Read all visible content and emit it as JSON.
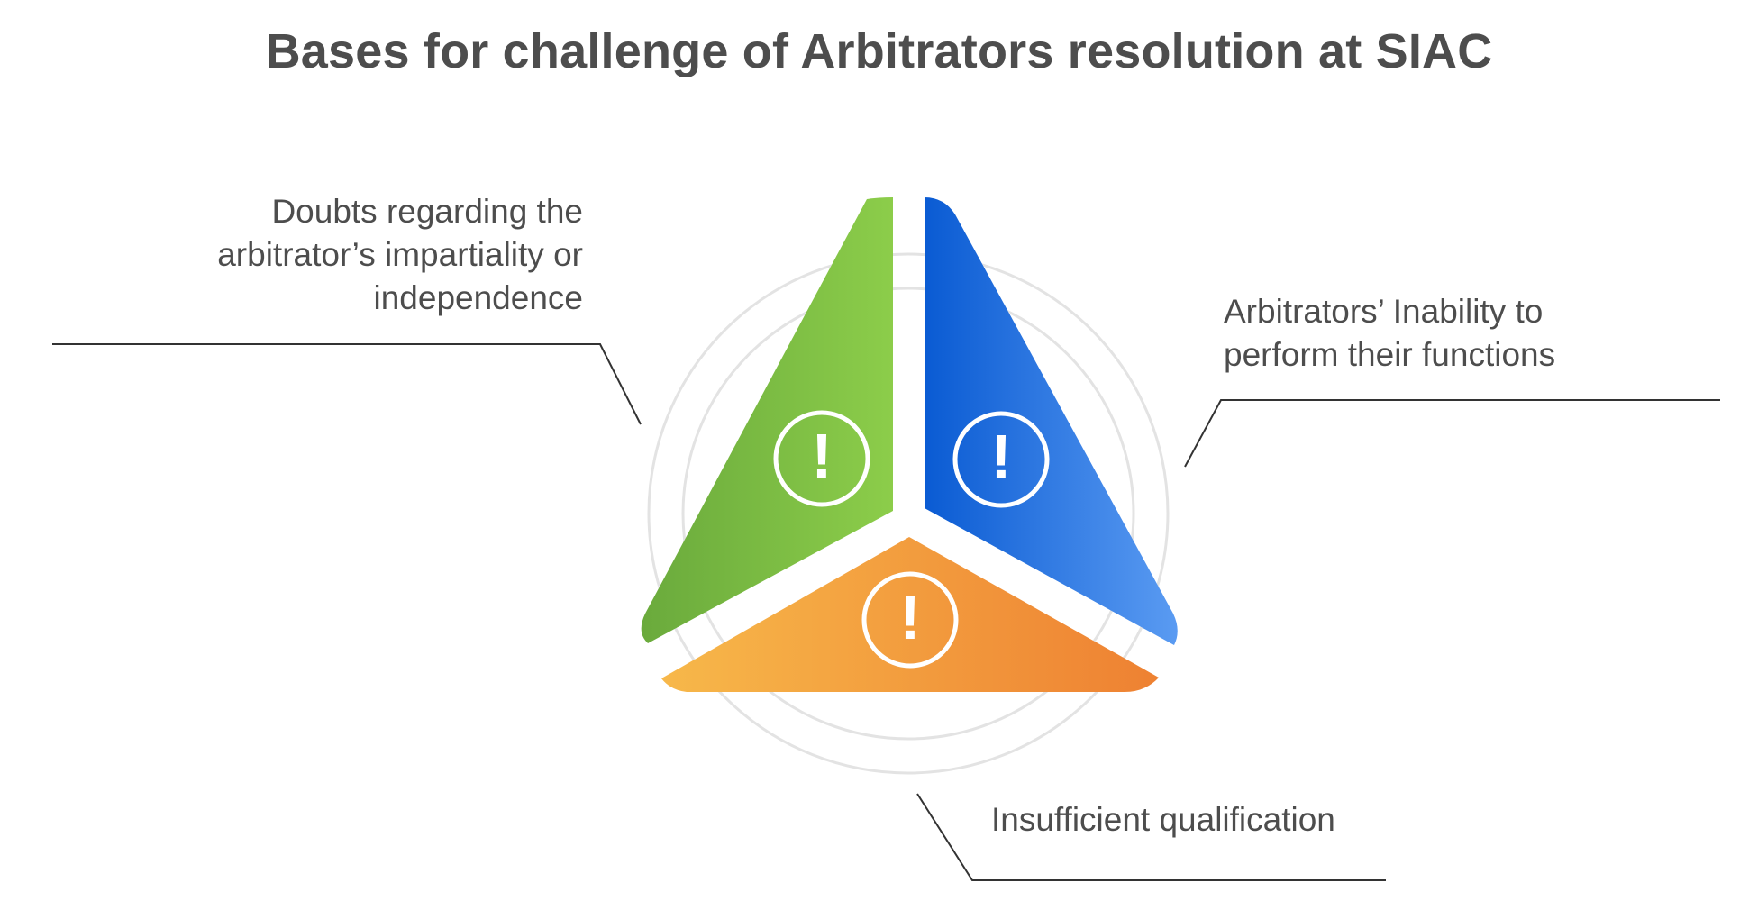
{
  "title": "Bases for challenge of Arbitrators resolution at SIAC",
  "segments": [
    {
      "id": "impartiality",
      "label_lines": [
        "Doubts regarding the",
        "arbitrator’s impartiality or",
        "independence"
      ],
      "icon": "exclamation-circle-icon",
      "colors": {
        "start": "#6aaa3c",
        "end": "#8ccd4a"
      }
    },
    {
      "id": "inability",
      "label_lines": [
        "Arbitrators’ Inability to",
        "perform their functions"
      ],
      "icon": "exclamation-circle-icon",
      "colors": {
        "start": "#0a5bd3",
        "end": "#5a9bf2"
      }
    },
    {
      "id": "qualification",
      "label_lines": [
        "Insufficient qualification"
      ],
      "icon": "exclamation-circle-icon",
      "colors": {
        "start": "#f7b84a",
        "end": "#ee8132"
      }
    }
  ],
  "icon_glyph": "!",
  "colors": {
    "title": "#4d4d4d",
    "label": "#4d4d4d",
    "leader_line": "#333333",
    "rings": "#e3e3e3"
  }
}
